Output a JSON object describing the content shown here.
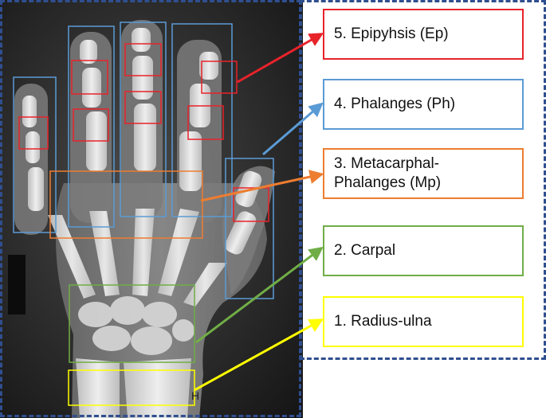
{
  "regions": [
    {
      "id": "ep",
      "label": "5. Epipyhsis (Ep)",
      "color": "#e8232a"
    },
    {
      "id": "ph",
      "label": "4. Phalanges (Ph)",
      "color": "#5b9bd5"
    },
    {
      "id": "mp",
      "label": "3. Metacarphal-Phalanges (Mp)",
      "color": "#ed7d31"
    },
    {
      "id": "carpal",
      "label": "2. Carpal",
      "color": "#70ad47"
    },
    {
      "id": "ru",
      "label": "1. Radius-ulna",
      "color": "#ffff00"
    }
  ],
  "xray_marker": "H",
  "panel_border_color": "#2f4f8f"
}
